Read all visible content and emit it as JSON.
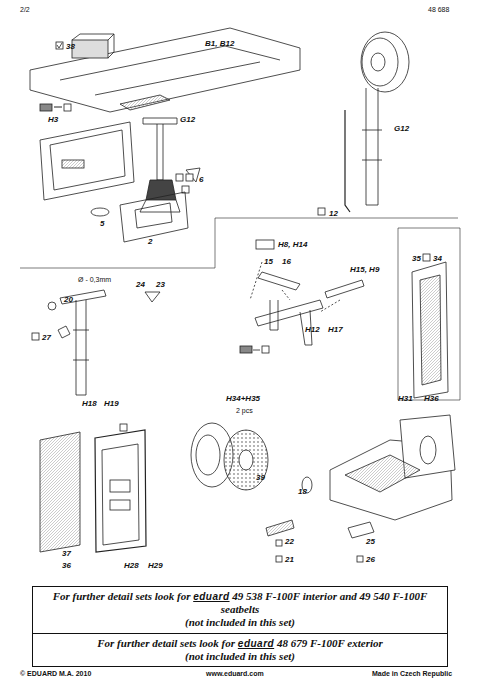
{
  "diagram": {
    "nodes": [
      {
        "text": [
          "For further detail sets look for",
          "eduard",
          "49 538 F-100F interior and 49 540 F-100F seatbelts",
          "(not included in this set)"
        ]
      },
      {
        "text": [
          "For further detail sets look for",
          "eduard",
          "48 679 F-100F exterior",
          "(not included in this set)"
        ]
      }
    ],
    "labels": [
      "2/2",
      "48 688",
      "38",
      "B1, B12",
      "G12",
      "G12",
      "H3",
      "6",
      "5",
      "2",
      "12",
      "H8, H14",
      "15",
      "16",
      "H15, H9",
      "35",
      "34",
      "H12",
      "H17",
      "Ø - 0,3mm",
      "20",
      "24",
      "23",
      "27",
      "H18",
      "H19",
      "H34+H35",
      "2 pcs",
      "39",
      "H31",
      "H36",
      "18",
      "22",
      "21",
      "25",
      "26",
      "37",
      "36",
      "H28",
      "H29",
      "© EDUARD M.A. 2010",
      "www.eduard.com",
      "Made in Czech Republic"
    ]
  }
}
